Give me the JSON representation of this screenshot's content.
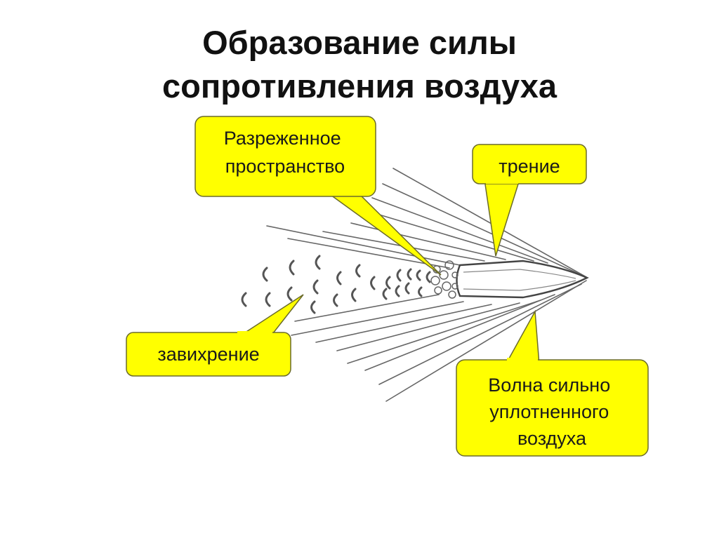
{
  "title": {
    "line1": "Образование силы",
    "line2": "сопротивления воздуха"
  },
  "callouts": {
    "rarefied": {
      "line1": "Разреженное",
      "line2": "пространство"
    },
    "friction": {
      "line1": "трение"
    },
    "vortex": {
      "line1": "завихрение"
    },
    "wave": {
      "line1": "Волна сильно",
      "line2": "уплотненного",
      "line3": "воздуха"
    }
  },
  "colors": {
    "callout_fill": "#ffff00",
    "callout_stroke": "#6b6b2a",
    "drawing_ink": "#555555"
  }
}
